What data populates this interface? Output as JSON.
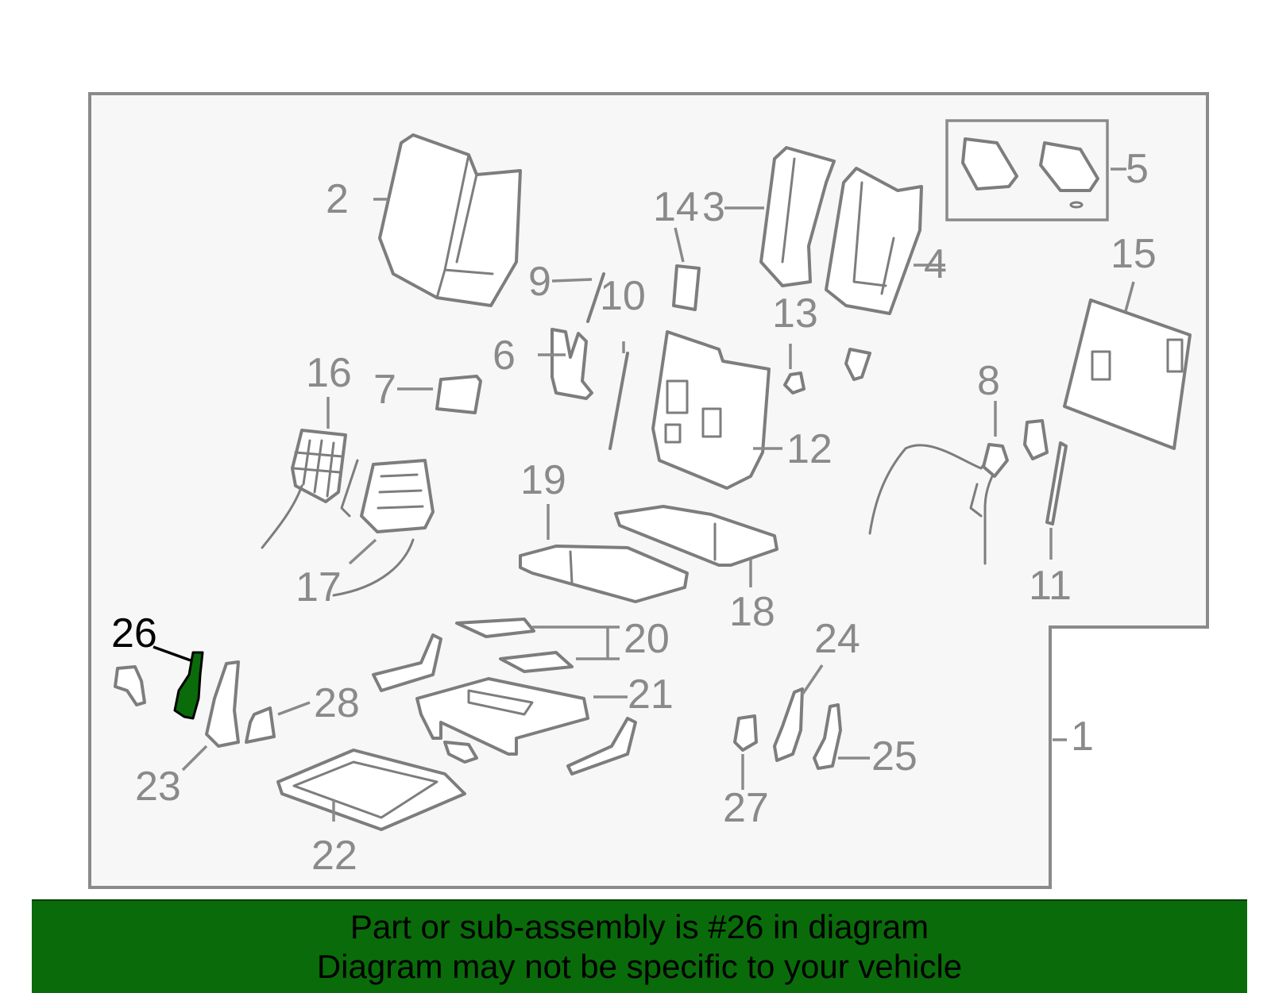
{
  "diagram": {
    "highlight_color": "#0a6b0a",
    "highlighted_part": "26",
    "callouts": {
      "c1": "1",
      "c2": "2",
      "c3": "3",
      "c4": "4",
      "c5": "5",
      "c6": "6",
      "c7": "7",
      "c8": "8",
      "c9": "9",
      "c10": "10",
      "c11": "11",
      "c12": "12",
      "c13": "13",
      "c14": "14",
      "c15": "15",
      "c16": "16",
      "c17": "17",
      "c18": "18",
      "c19": "19",
      "c20": "20",
      "c21": "21",
      "c22": "22",
      "c23": "23",
      "c24": "24",
      "c25": "25",
      "c26": "26",
      "c27": "27",
      "c28": "28"
    }
  },
  "banner": {
    "line1": "Part or sub-assembly is #26 in diagram",
    "line2": "Diagram may not be specific to your vehicle",
    "background": "#0a6b0a"
  }
}
